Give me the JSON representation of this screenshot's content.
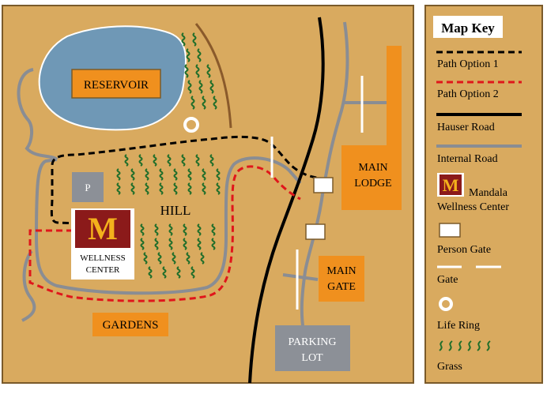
{
  "colors": {
    "map_bg": "#d9aa5f",
    "border": "#7a5a2a",
    "reservoir": "#6f98b6",
    "orange_label": "#f0901e",
    "parking": "#8c9097",
    "internal_road": "#8a8d93",
    "hauser_road": "#000000",
    "path1": "#000000",
    "path2": "#e0161b",
    "grass": "#1f6e2a",
    "wellness_red": "#8b1a1a",
    "wellness_gold": "#f3b11c",
    "gate_white": "#ffffff"
  },
  "map": {
    "reservoir_label": "RESERVOIR",
    "hill_label": "HILL",
    "gardens_label": "GARDENS",
    "parking_p": "P",
    "parking_lot_l1": "PARKING",
    "parking_lot_l2": "LOT",
    "main_lodge_l1": "MAIN",
    "main_lodge_l2": "LODGE",
    "main_gate_l1": "MAIN",
    "main_gate_l2": "GATE",
    "wellness_logo": "M",
    "wellness_l1": "WELLNESS",
    "wellness_l2": "CENTER"
  },
  "key": {
    "title": "Map Key",
    "items": [
      {
        "label": "Path Option 1",
        "icon": "path1-line-icon"
      },
      {
        "label": "Path Option 2",
        "icon": "path2-line-icon"
      },
      {
        "label": "Hauser Road",
        "icon": "hauser-road-line-icon"
      },
      {
        "label": "Internal Road",
        "icon": "internal-road-line-icon"
      },
      {
        "label_l1": "Mandala",
        "label_l2": "Wellness Center",
        "icon": "wellness-center-icon",
        "logo": "M"
      },
      {
        "label": "Person Gate",
        "icon": "person-gate-icon"
      },
      {
        "label": "Gate",
        "icon": "gate-icon"
      },
      {
        "label": "Life Ring",
        "icon": "life-ring-icon"
      },
      {
        "label": "Grass",
        "icon": "grass-icon"
      }
    ]
  }
}
